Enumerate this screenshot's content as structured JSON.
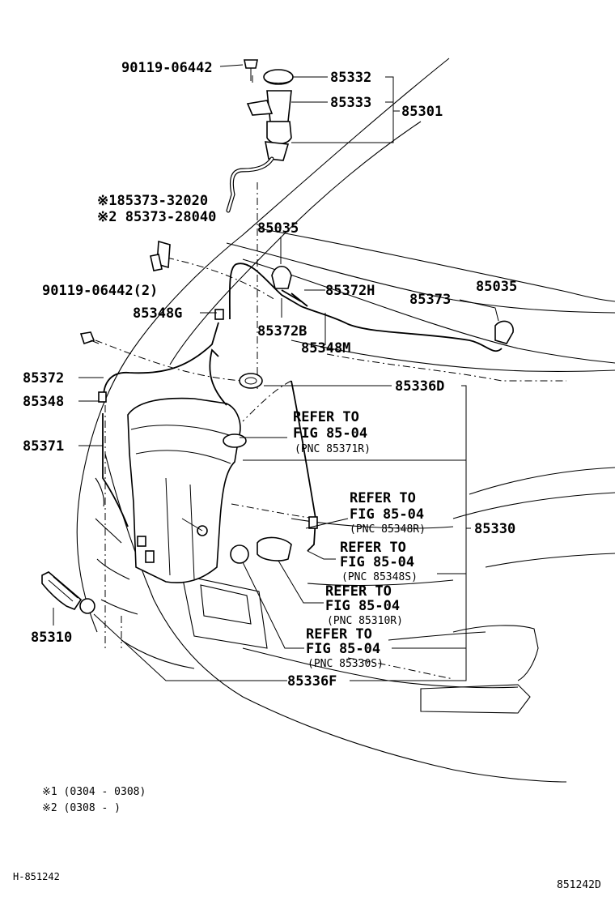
{
  "labels": {
    "bolt_top": "90119-06442",
    "cap": "85332",
    "inlet": "85333",
    "inlet_assy": "85301",
    "hose_1": "※185373-32020",
    "hose_2": "※2 85373-28040",
    "nozzle_left": "85035",
    "nozzle_right": "85035",
    "bolt_qty": "90119-06442(2)",
    "joint_h": "85372H",
    "hose_main": "85373",
    "joint_g": "85348G",
    "joint_b": "85372B",
    "joint_m": "85348M",
    "hose_85372": "85372",
    "joint_85348": "85348",
    "grommet_d": "85336D",
    "hose_85371": "85371",
    "tank": "85330",
    "pump": "85310",
    "grommet_f": "85336F"
  },
  "refers": [
    {
      "line1": "REFER TO",
      "line2": "FIG 85-04",
      "line3": "(PNC 85371R)"
    },
    {
      "line1": "REFER TO",
      "line2": "FIG 85-04",
      "line3": "(PNC 85348R)"
    },
    {
      "line1": "REFER TO",
      "line2": "FIG 85-04",
      "line3": "(PNC 85348S)"
    },
    {
      "line1": "REFER TO",
      "line2": "FIG 85-04",
      "line3": "(PNC 85310R)"
    },
    {
      "line1": "REFER TO",
      "line2": "FIG 85-04",
      "line3": "(PNC 85330S)"
    }
  ],
  "notes": {
    "note1": "※1 (0304 - 0308)",
    "note2": "※2 (0308 -      )"
  },
  "footer": {
    "left": "H-851242",
    "right": "851242D"
  }
}
